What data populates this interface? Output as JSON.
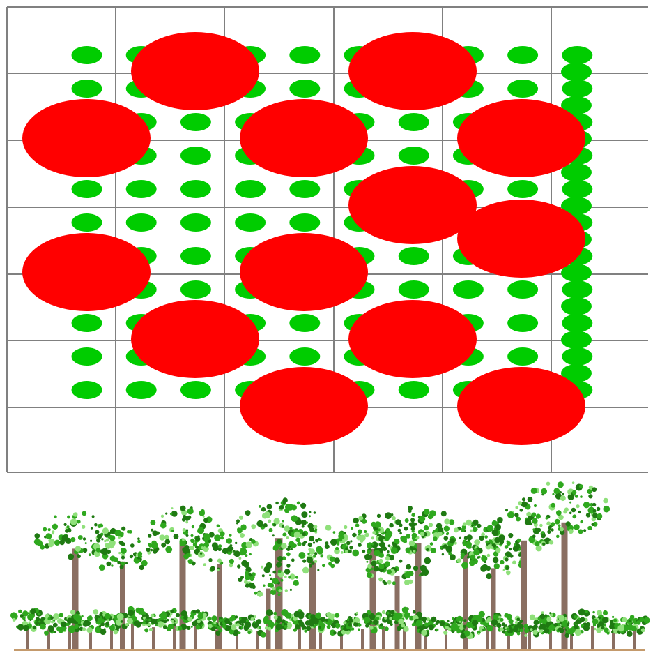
{
  "colors": {
    "background": "#ffffff",
    "grid_line": "#808080",
    "small_tree_crown": "#00cc00",
    "large_tree_crown": "#ff0000",
    "foliage_dark": "#1f7a12",
    "foliage_mid": "#2fa81e",
    "foliage_light": "#8fe07a",
    "trunk": "#8a6f62",
    "ground": "#c49a6c"
  },
  "plan_view": {
    "grid": {
      "columns": 6,
      "rows": 7
    },
    "small_crowns": {
      "color_key": "small_tree_crown",
      "columns": [
        1,
        2,
        3,
        4,
        5,
        6,
        7,
        8,
        9,
        10
      ],
      "rows": [
        1,
        2,
        3,
        4,
        5,
        6,
        7,
        8,
        9,
        10,
        11
      ]
    },
    "large_crowns": {
      "color_key": "large_tree_crown",
      "positions": [
        [
          1.5,
          1
        ],
        [
          2.5,
          1
        ],
        [
          1,
          2
        ],
        [
          2,
          2
        ],
        [
          3,
          2
        ],
        [
          2.5,
          3
        ],
        [
          3,
          3.5
        ],
        [
          1,
          4
        ],
        [
          2,
          4
        ],
        [
          1.5,
          5
        ],
        [
          2.5,
          5
        ],
        [
          2,
          6
        ],
        [
          3,
          6
        ]
      ]
    }
  },
  "side_view": {
    "tall_tree_count": 14,
    "understory_tree_count": 30
  }
}
